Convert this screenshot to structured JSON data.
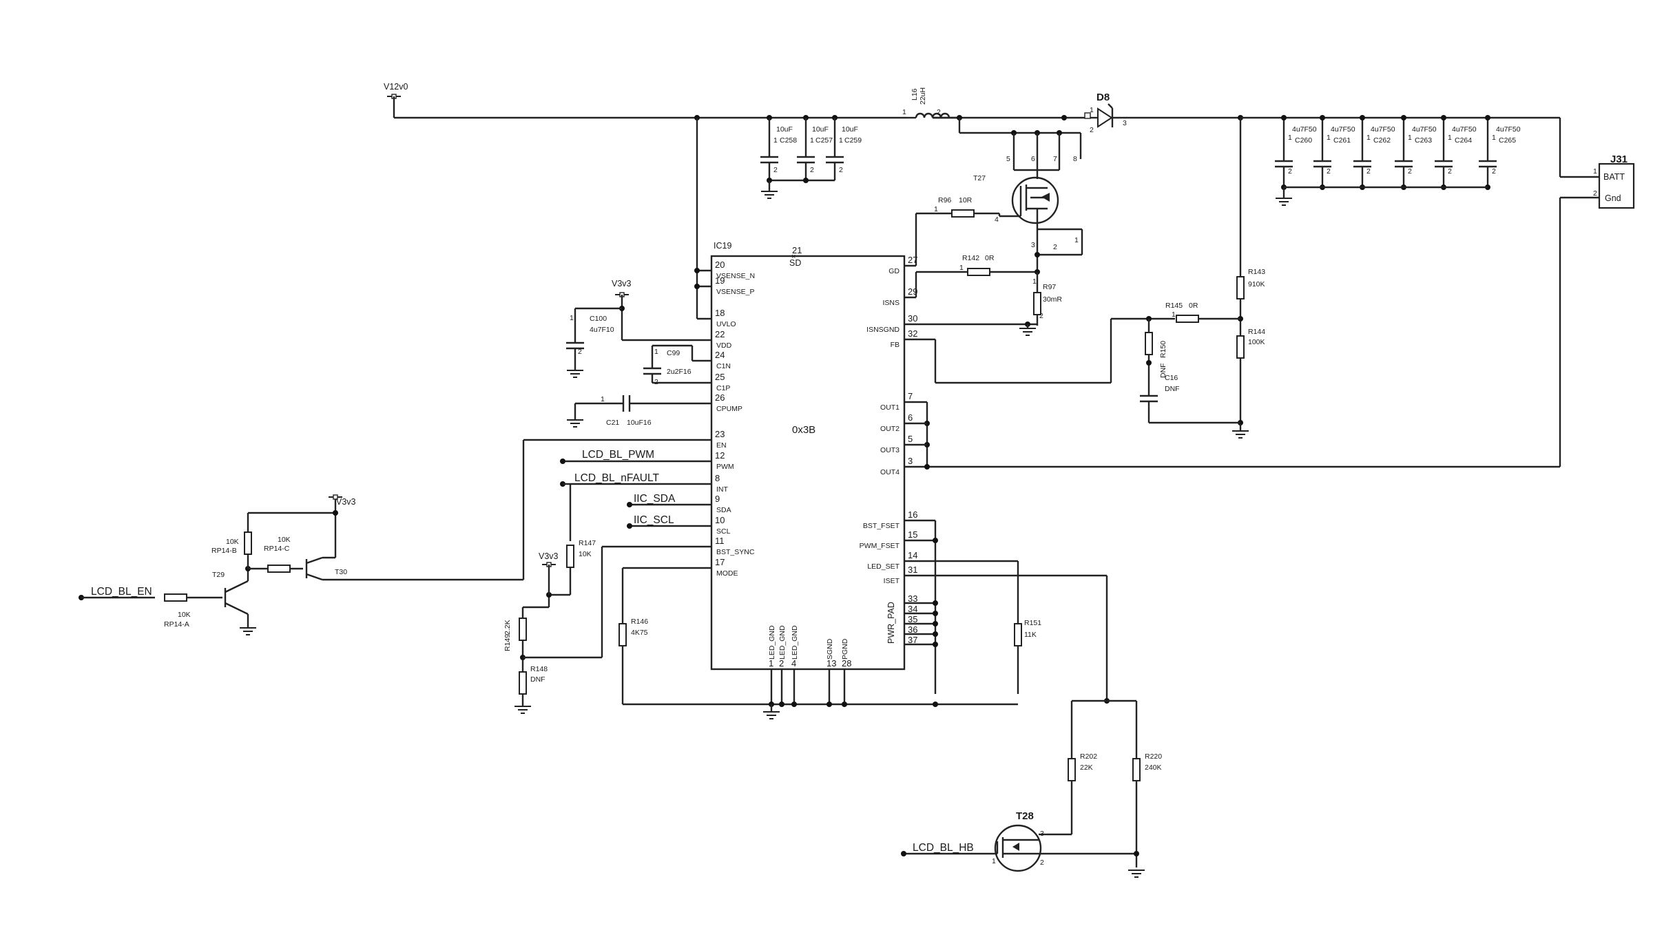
{
  "supplies": {
    "v12": "V12v0",
    "v3a": "V3v3",
    "v3b": "V3v3",
    "v3c": "V3v3"
  },
  "ic": {
    "ref": "IC19",
    "part": "0x3B",
    "sd_pin": "21",
    "sd_label": "SD",
    "left_pins": [
      {
        "num": "20",
        "name": "VSENSE_N"
      },
      {
        "num": "19",
        "name": "VSENSE_P"
      },
      {
        "num": "18",
        "name": "UVLO"
      },
      {
        "num": "22",
        "name": "VDD"
      },
      {
        "num": "24",
        "name": "C1N"
      },
      {
        "num": "25",
        "name": "C1P"
      },
      {
        "num": "26",
        "name": "CPUMP"
      },
      {
        "num": "23",
        "name": "EN"
      },
      {
        "num": "12",
        "name": "PWM"
      },
      {
        "num": "8",
        "name": "INT"
      },
      {
        "num": "9",
        "name": "SDA"
      },
      {
        "num": "10",
        "name": "SCL"
      },
      {
        "num": "11",
        "name": "BST_SYNC"
      },
      {
        "num": "17",
        "name": "MODE"
      }
    ],
    "right_pins": [
      {
        "num": "27",
        "name": "GD"
      },
      {
        "num": "29",
        "name": "ISNS"
      },
      {
        "num": "30",
        "name": "ISNSGND"
      },
      {
        "num": "32",
        "name": "FB"
      },
      {
        "num": "7",
        "name": "OUT1"
      },
      {
        "num": "6",
        "name": "OUT2"
      },
      {
        "num": "5",
        "name": "OUT3"
      },
      {
        "num": "3",
        "name": "OUT4"
      },
      {
        "num": "16",
        "name": "BST_FSET"
      },
      {
        "num": "15",
        "name": "PWM_FSET"
      },
      {
        "num": "14",
        "name": "LED_SET"
      },
      {
        "num": "31",
        "name": "ISET"
      }
    ],
    "pad_pins": [
      "33",
      "34",
      "35",
      "36",
      "37"
    ],
    "pad_label": "PWR_PAD",
    "bottom_pins": [
      {
        "num": "1",
        "name": "LED_GND"
      },
      {
        "num": "2",
        "name": "LED_GND"
      },
      {
        "num": "4",
        "name": "LED_GND"
      },
      {
        "num": "13",
        "name": "SGND"
      },
      {
        "num": "28",
        "name": "PGND"
      }
    ]
  },
  "nets": {
    "pwm": "LCD_BL_PWM",
    "nfault": "LCD_BL_nFAULT",
    "sda": "IIC_SDA",
    "scl": "IIC_SCL",
    "en": "LCD_BL_EN",
    "hb": "LCD_BL_HB"
  },
  "components": {
    "L16": {
      "ref": "L16",
      "value": "22uH"
    },
    "D8": {
      "ref": "D8"
    },
    "T27": {
      "ref": "T27"
    },
    "R96": {
      "ref": "R96",
      "value": "10R"
    },
    "R142": {
      "ref": "R142",
      "value": "0R"
    },
    "R97": {
      "ref": "R97",
      "value": "30mR"
    },
    "C258": {
      "ref": "C258",
      "value": "10uF"
    },
    "C257": {
      "ref": "C257",
      "value": "10uF"
    },
    "C259": {
      "ref": "C259",
      "value": "10uF"
    },
    "C260": {
      "ref": "C260",
      "value": "4u7F50"
    },
    "C261": {
      "ref": "C261",
      "value": "4u7F50"
    },
    "C262": {
      "ref": "C262",
      "value": "4u7F50"
    },
    "C263": {
      "ref": "C263",
      "value": "4u7F50"
    },
    "C264": {
      "ref": "C264",
      "value": "4u7F50"
    },
    "C265": {
      "ref": "C265",
      "value": "4u7F50"
    },
    "J31": {
      "ref": "J31",
      "pin1": "BATT",
      "pin2": "Gnd"
    },
    "R143": {
      "ref": "R143",
      "value": "910K"
    },
    "R144": {
      "ref": "R144",
      "value": "100K"
    },
    "R145": {
      "ref": "R145",
      "value": "0R"
    },
    "R150": {
      "ref": "R150",
      "value": "DNF"
    },
    "C16": {
      "ref": "C16",
      "value": "DNF"
    },
    "C100": {
      "ref": "C100",
      "value": "4u7F10"
    },
    "C99": {
      "ref": "C99",
      "value": "2u2F16"
    },
    "C21": {
      "ref": "C21",
      "value": "10uF16"
    },
    "R147": {
      "ref": "R147",
      "value": "10K"
    },
    "R149": {
      "ref": "R149",
      "value": "2.2K"
    },
    "R148": {
      "ref": "R148",
      "value": "DNF"
    },
    "R146": {
      "ref": "R146",
      "value": "4K75"
    },
    "R151": {
      "ref": "R151",
      "value": "11K"
    },
    "R202": {
      "ref": "R202",
      "value": "22K"
    },
    "R220": {
      "ref": "R220",
      "value": "240K"
    },
    "T28": {
      "ref": "T28"
    },
    "T29": {
      "ref": "T29"
    },
    "T30": {
      "ref": "T30"
    },
    "RP14A": {
      "ref": "RP14-A",
      "value": "10K"
    },
    "RP14B": {
      "ref": "RP14-B",
      "value": "10K"
    },
    "RP14C": {
      "ref": "RP14-C",
      "value": "10K"
    }
  },
  "pins": {
    "one": "1",
    "two": "2",
    "three": "3",
    "four": "4",
    "five": "5",
    "six": "6",
    "seven": "7",
    "eight": "8"
  }
}
